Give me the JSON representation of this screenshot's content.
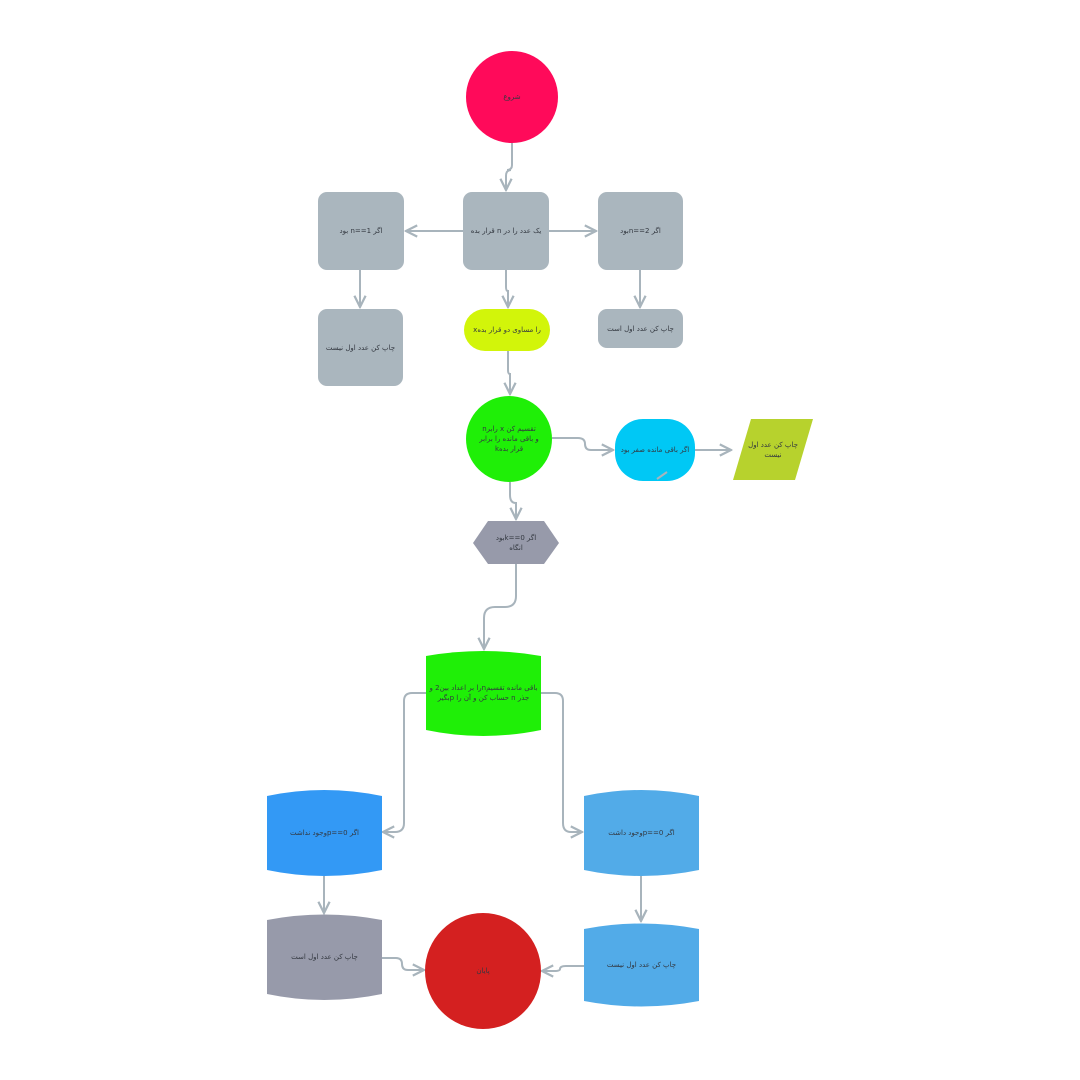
{
  "diagram": {
    "nodes": {
      "start": {
        "label": "شروع",
        "color": "#ff0a5a",
        "shape": "circle"
      },
      "put_n": {
        "label": "یک عدد را در n قرار بده",
        "color": "#aab6be",
        "shape": "rounded-rect"
      },
      "if_n1": {
        "label": "اگر n==1 بود",
        "color": "#aab6be",
        "shape": "rounded-rect"
      },
      "if_n2": {
        "label": "اگر n==2بود",
        "color": "#aab6be",
        "shape": "rounded-rect"
      },
      "print_not_prime_1": {
        "label": "چاپ کن عدد اول نیست",
        "color": "#aab6be",
        "shape": "rounded-rect"
      },
      "set_x": {
        "label": "xرا  مساوی دو قرار بده",
        "color": "#d2f50a",
        "shape": "pill"
      },
      "print_prime_1": {
        "label": "چاپ کن عدد اول است",
        "color": "#aab6be",
        "shape": "rounded-rect"
      },
      "divide": {
        "label": "nرابر x تقسیم کن\nو باقی مانده را برابر\nkقرار بده",
        "color": "#1fef07",
        "shape": "circle"
      },
      "if_rem_zero": {
        "label": "اگر باقی مانده صفر بود",
        "color": "#00c8f5",
        "shape": "rounded"
      },
      "print_not_prime_2": {
        "label": "چاپ کن عدد اول\nنیست",
        "color": "#b7d22d",
        "shape": "parallelogram"
      },
      "if_k0": {
        "label": "اگر k==0بود\nانگاه",
        "color": "#979aaa",
        "shape": "hexagon"
      },
      "remainder": {
        "label": "باقی مانده تقسیمnرا بر اعداد بین2 و\nجذر n حساب کن و آن را pبگیر",
        "color": "#1fef07",
        "shape": "wave-rect"
      },
      "if_p_none": {
        "label": "اگر p==0وجود نداشت",
        "color": "#3399f5",
        "shape": "wave-rect"
      },
      "if_p_exists": {
        "label": "اگر p==0وجود داشت",
        "color": "#52abe8",
        "shape": "wave-rect"
      },
      "print_prime_2": {
        "label": "چاپ کن عدد اول است",
        "color": "#979aaa",
        "shape": "wave-rect"
      },
      "end": {
        "label": "پایان",
        "color": "#d42020",
        "shape": "circle"
      },
      "print_not_prime_3": {
        "label": "چاپ کن عدد اول نیست",
        "color": "#52abe8",
        "shape": "wave-rect"
      }
    },
    "connector_color": "#a8b4bc"
  }
}
